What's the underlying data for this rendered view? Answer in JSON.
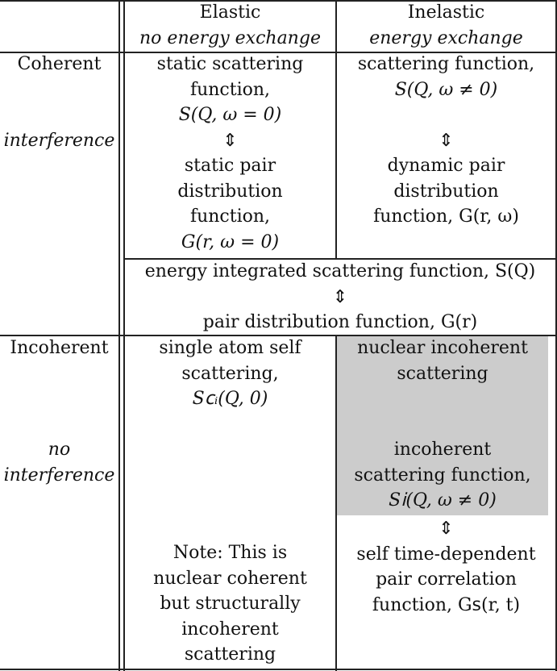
{
  "header": {
    "elastic": "Elastic",
    "elastic_note": "no energy exchange",
    "inelastic": "Inelastic",
    "inelastic_note": "energy exchange"
  },
  "rows": {
    "coherent": {
      "label": "Coherent",
      "note": "interference",
      "elastic_lines": [
        "static scattering",
        "function,",
        "S(Q, ω = 0)",
        "⇕",
        "static pair",
        "distribution",
        "function,",
        "G(r, ω = 0)"
      ],
      "inelastic_top_lines": [
        "scattering function,",
        "S(Q, ω ≠ 0)"
      ],
      "inelastic_arrow": "⇕",
      "inelastic_bottom_lines": [
        "dynamic pair",
        "distribution",
        "function, G(r, ω)"
      ],
      "span_lines": [
        "energy integrated scattering function, S(Q)",
        "⇕",
        "pair distribution function, G(r)"
      ]
    },
    "incoherent": {
      "label": "Incoherent",
      "note_lines": [
        "no",
        "interference"
      ],
      "elastic_lines": [
        "single atom self",
        "scattering,",
        "S𝖼ᵢ(Q, 0)"
      ],
      "elastic_note_lines": [
        "Note: This is",
        "nuclear coherent",
        "but structurally",
        "incoherent",
        "scattering"
      ],
      "inelastic_top_lines": [
        "nuclear incoherent",
        "scattering"
      ],
      "inelastic_mid_lines": [
        "incoherent",
        "scattering function,",
        "S𝗂(Q, ω ≠ 0)"
      ],
      "inelastic_arrow": "⇕",
      "inelastic_bottom_lines": [
        "self time-dependent",
        "pair correlation",
        "function, G𝗌(r, t)"
      ]
    }
  },
  "colors": {
    "shade": "#cccccc",
    "rule": "#222222"
  }
}
